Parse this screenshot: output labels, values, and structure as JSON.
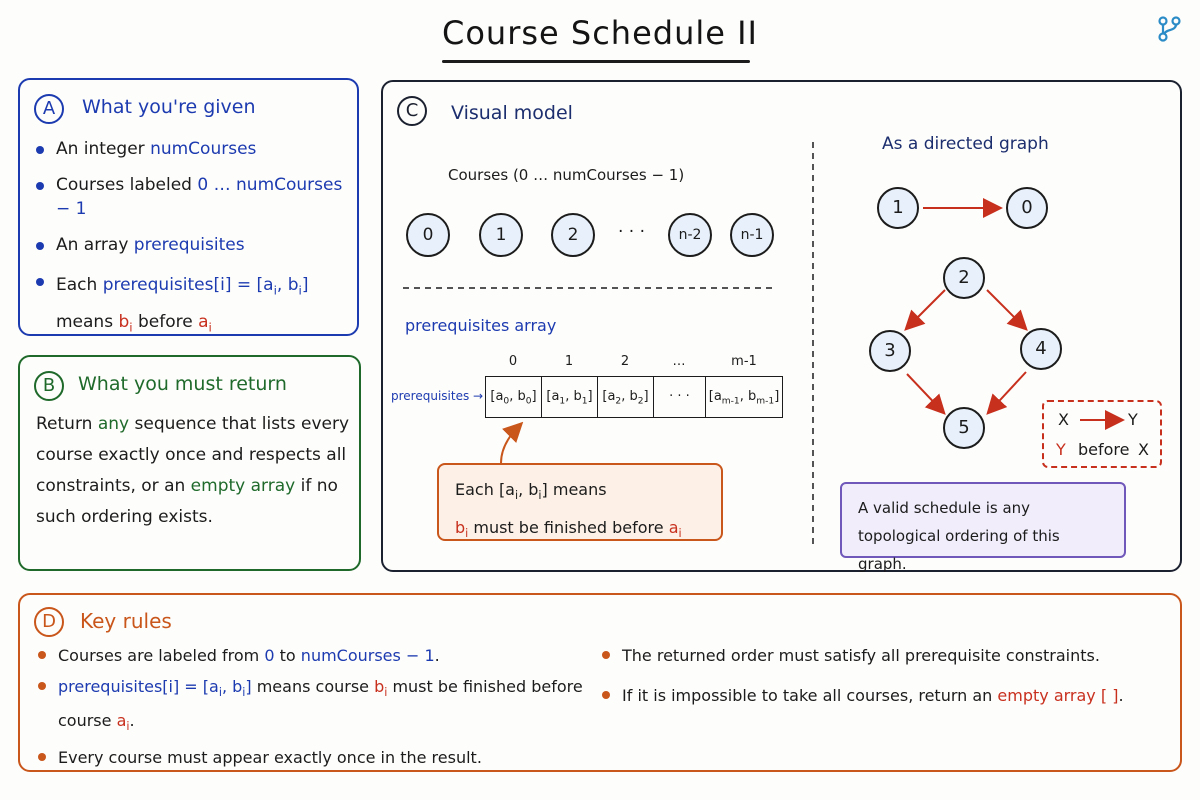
{
  "title": "Course Schedule II",
  "icons": {
    "branch": "git-branch-icon"
  },
  "colors": {
    "blue": "#1d3bb0",
    "green": "#1f6a2b",
    "dark": "#1c2130",
    "orange": "#c9561b",
    "red": "#c8301e",
    "purple": "#6f58b9"
  },
  "panel_a": {
    "letter": "A",
    "heading": "What you're given",
    "items": [
      {
        "prefix": "An integer",
        "code": "numCourses"
      },
      {
        "prefix": "Courses labeled",
        "code": "0 … numCourses − 1"
      },
      {
        "prefix": "An array",
        "code": "prerequisites"
      },
      {
        "prefix": "Each",
        "code": "prerequisites[i] = [a",
        "sub_i": "i",
        "code_mid": ", b",
        "sub_j": "i",
        "code_end": "]",
        "line2_word1": "means",
        "b": "b",
        "before": "before",
        "a": "a",
        "sub": "i"
      }
    ]
  },
  "panel_b": {
    "letter": "B",
    "heading": "What you must return",
    "t1": "Return",
    "any": "any",
    "t2": "sequence that lists every course exactly once and respects all constraints, or an",
    "empty": "empty array",
    "t3": "if no such ordering exists."
  },
  "panel_c": {
    "letter": "C",
    "heading": "Visual model",
    "courses_label": "Courses (0 … numCourses − 1)",
    "courses": [
      "0",
      "1",
      "2",
      "n-2",
      "n-1"
    ],
    "ellipsis": "· · ·",
    "array_heading": "prerequisites array",
    "array_label": "prerequisites →",
    "indices": [
      "0",
      "1",
      "2",
      "…",
      "m-1"
    ],
    "cells": [
      {
        "a": "a",
        "as": "0",
        "b": "b",
        "bs": "0"
      },
      {
        "a": "a",
        "as": "1",
        "b": "b",
        "bs": "1"
      },
      {
        "a": "a",
        "as": "2",
        "b": "b",
        "bs": "2"
      },
      {
        "dots": "· · ·"
      },
      {
        "a": "a",
        "as": "m-1",
        "b": "b",
        "bs": "m-1"
      }
    ],
    "callout": {
      "line1_pre": "Each [a",
      "line1_mid": ", b",
      "line1_end": "] means",
      "sub": "i",
      "line2_b": "b",
      "line2_text": "must be finished before",
      "line2_a": "a"
    },
    "graph_heading": "As a directed graph",
    "graph_nodes": [
      "1",
      "0",
      "2",
      "3",
      "4",
      "5"
    ],
    "legend": {
      "x": "X",
      "y": "Y",
      "y2": "Y",
      "before": "before",
      "x2": "X"
    },
    "note": "A valid schedule is any topological ordering of this graph."
  },
  "panel_d": {
    "letter": "D",
    "heading": "Key rules",
    "r1": {
      "t1": "Courses are labeled from",
      "zero": "0",
      "to": "to",
      "code": "numCourses − 1",
      "end": "."
    },
    "r2": {
      "code": "prerequisites[i] = [a",
      "mid": ", b",
      "end": "]",
      "sub": "i",
      "t1": "means course",
      "b": "b",
      "t2": "must be finished before course",
      "a": "a",
      "dot": "."
    },
    "r3": "Every course must appear exactly once in the result.",
    "r4": "The returned order must satisfy all prerequisite constraints.",
    "r5": {
      "t1": "If it is impossible to take all courses, return an",
      "empty": "empty array",
      "brackets": "[ ]",
      "dot": "."
    }
  }
}
